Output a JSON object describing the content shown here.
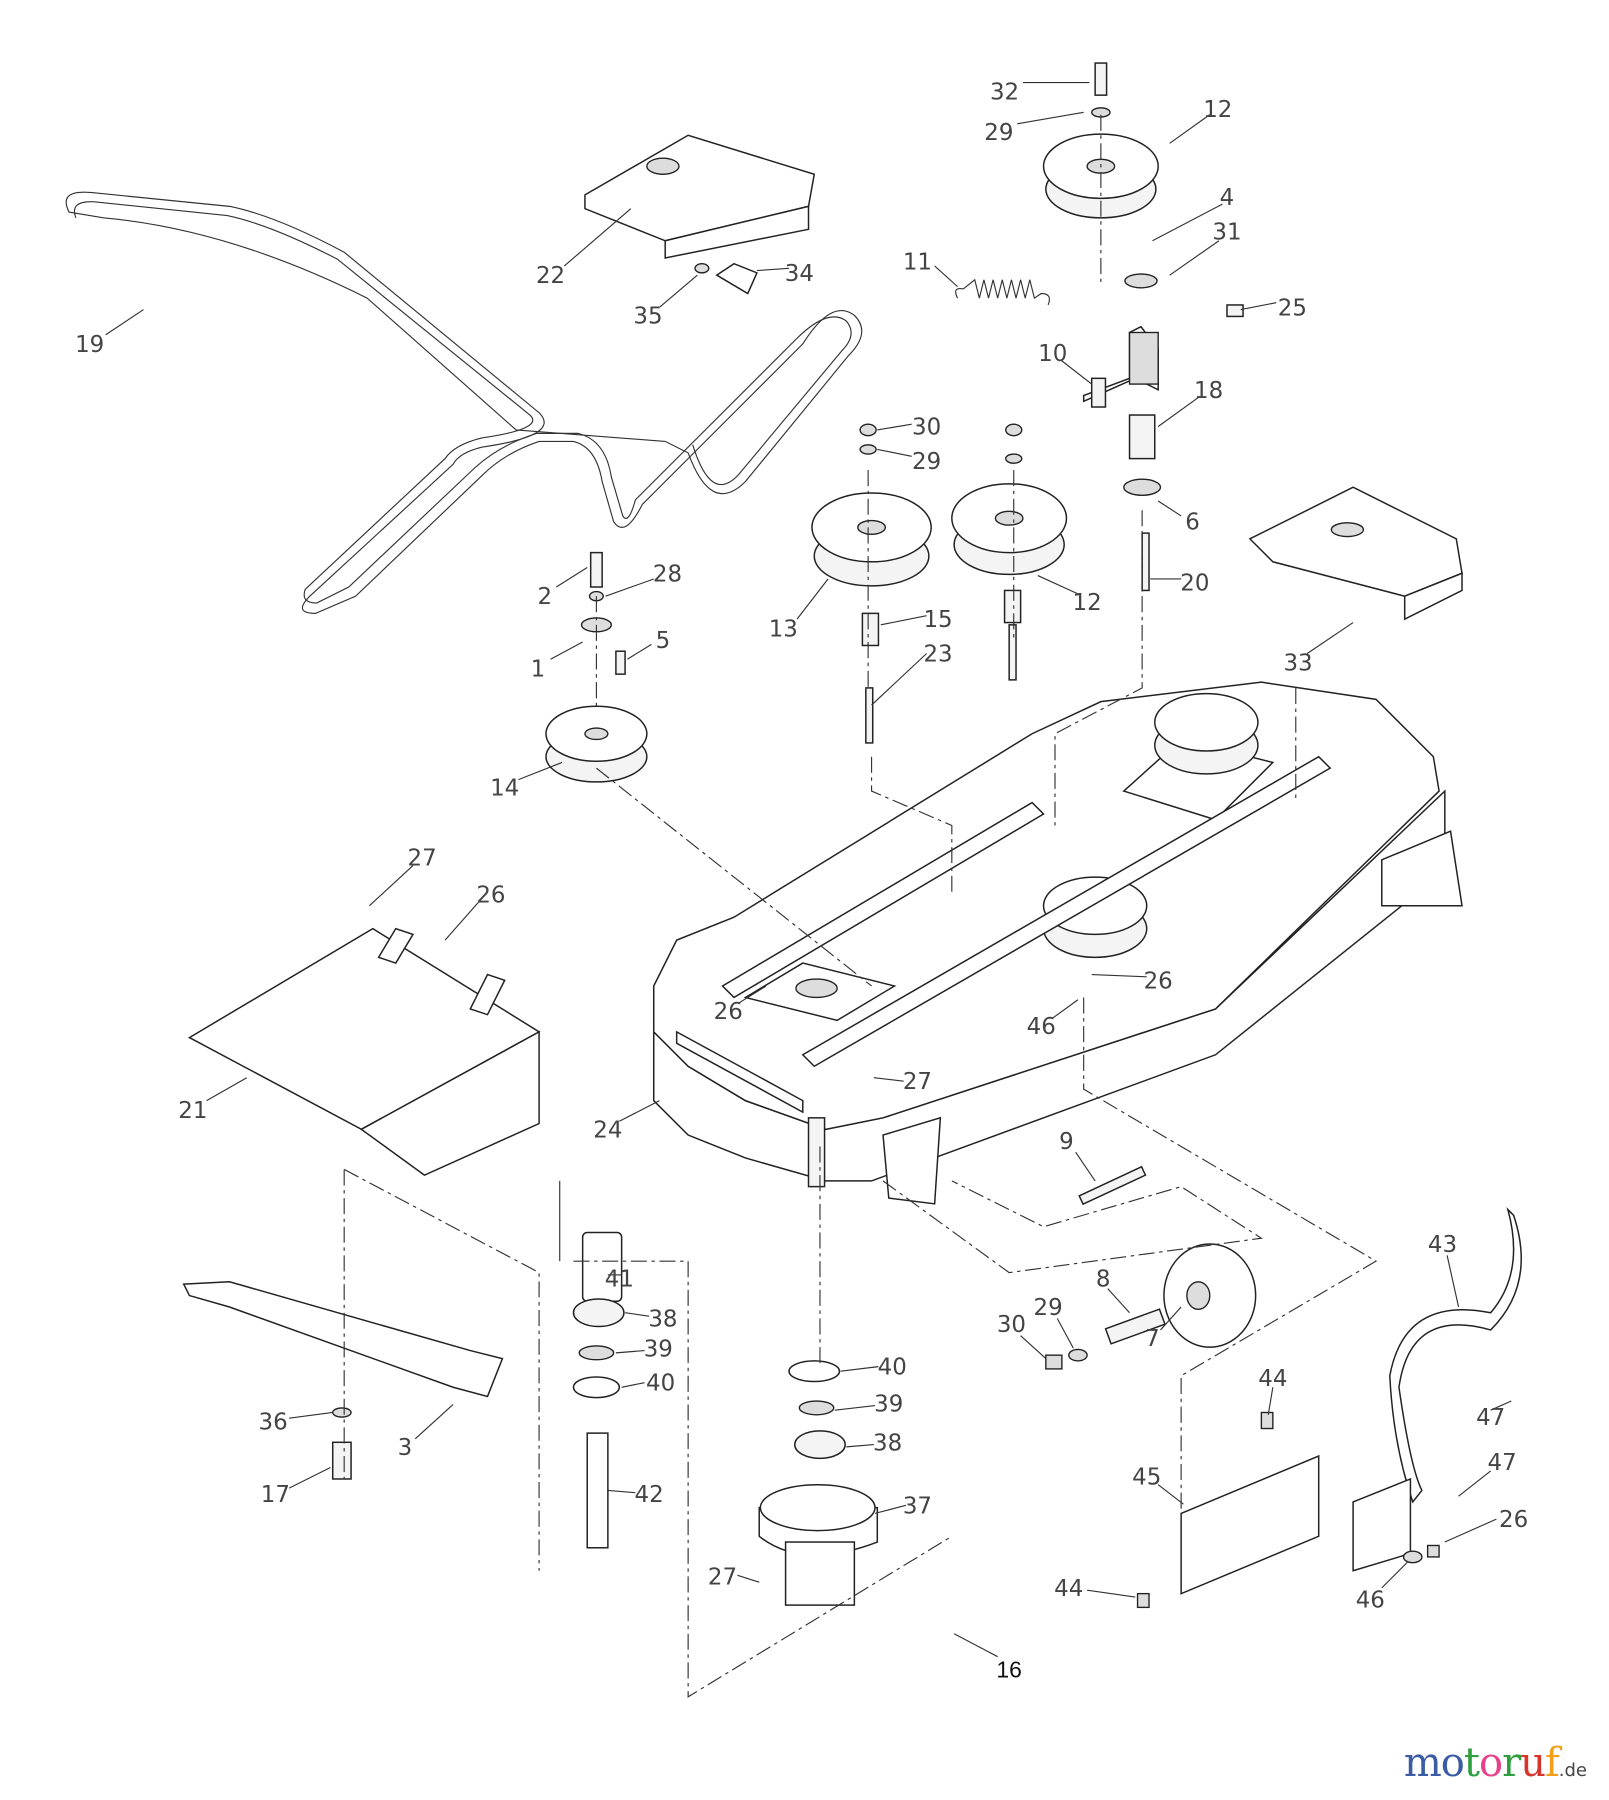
{
  "diagram": {
    "type": "exploded parts diagram - mower deck",
    "callouts": [
      "32",
      "29",
      "12",
      "4",
      "31",
      "11",
      "22",
      "34",
      "35",
      "19",
      "25",
      "10",
      "18",
      "30",
      "29",
      "6",
      "2",
      "28",
      "20",
      "13",
      "12",
      "15",
      "1",
      "5",
      "23",
      "33",
      "14",
      "27",
      "26",
      "26",
      "26",
      "46",
      "21",
      "24",
      "27",
      "9",
      "8",
      "43",
      "41",
      "38",
      "39",
      "40",
      "30",
      "29",
      "7",
      "40",
      "36",
      "3",
      "39",
      "47",
      "44",
      "38",
      "42",
      "17",
      "45",
      "47",
      "26",
      "37",
      "27",
      "16",
      "44",
      "46"
    ]
  },
  "logo": {
    "text": "motoruf",
    "suffix": ".de",
    "colors": [
      "#3b5ba5",
      "#3b5ba5",
      "#2e9e3e",
      "#e8418c",
      "#2e9e3e",
      "#d9342b",
      "#f2a019"
    ]
  }
}
